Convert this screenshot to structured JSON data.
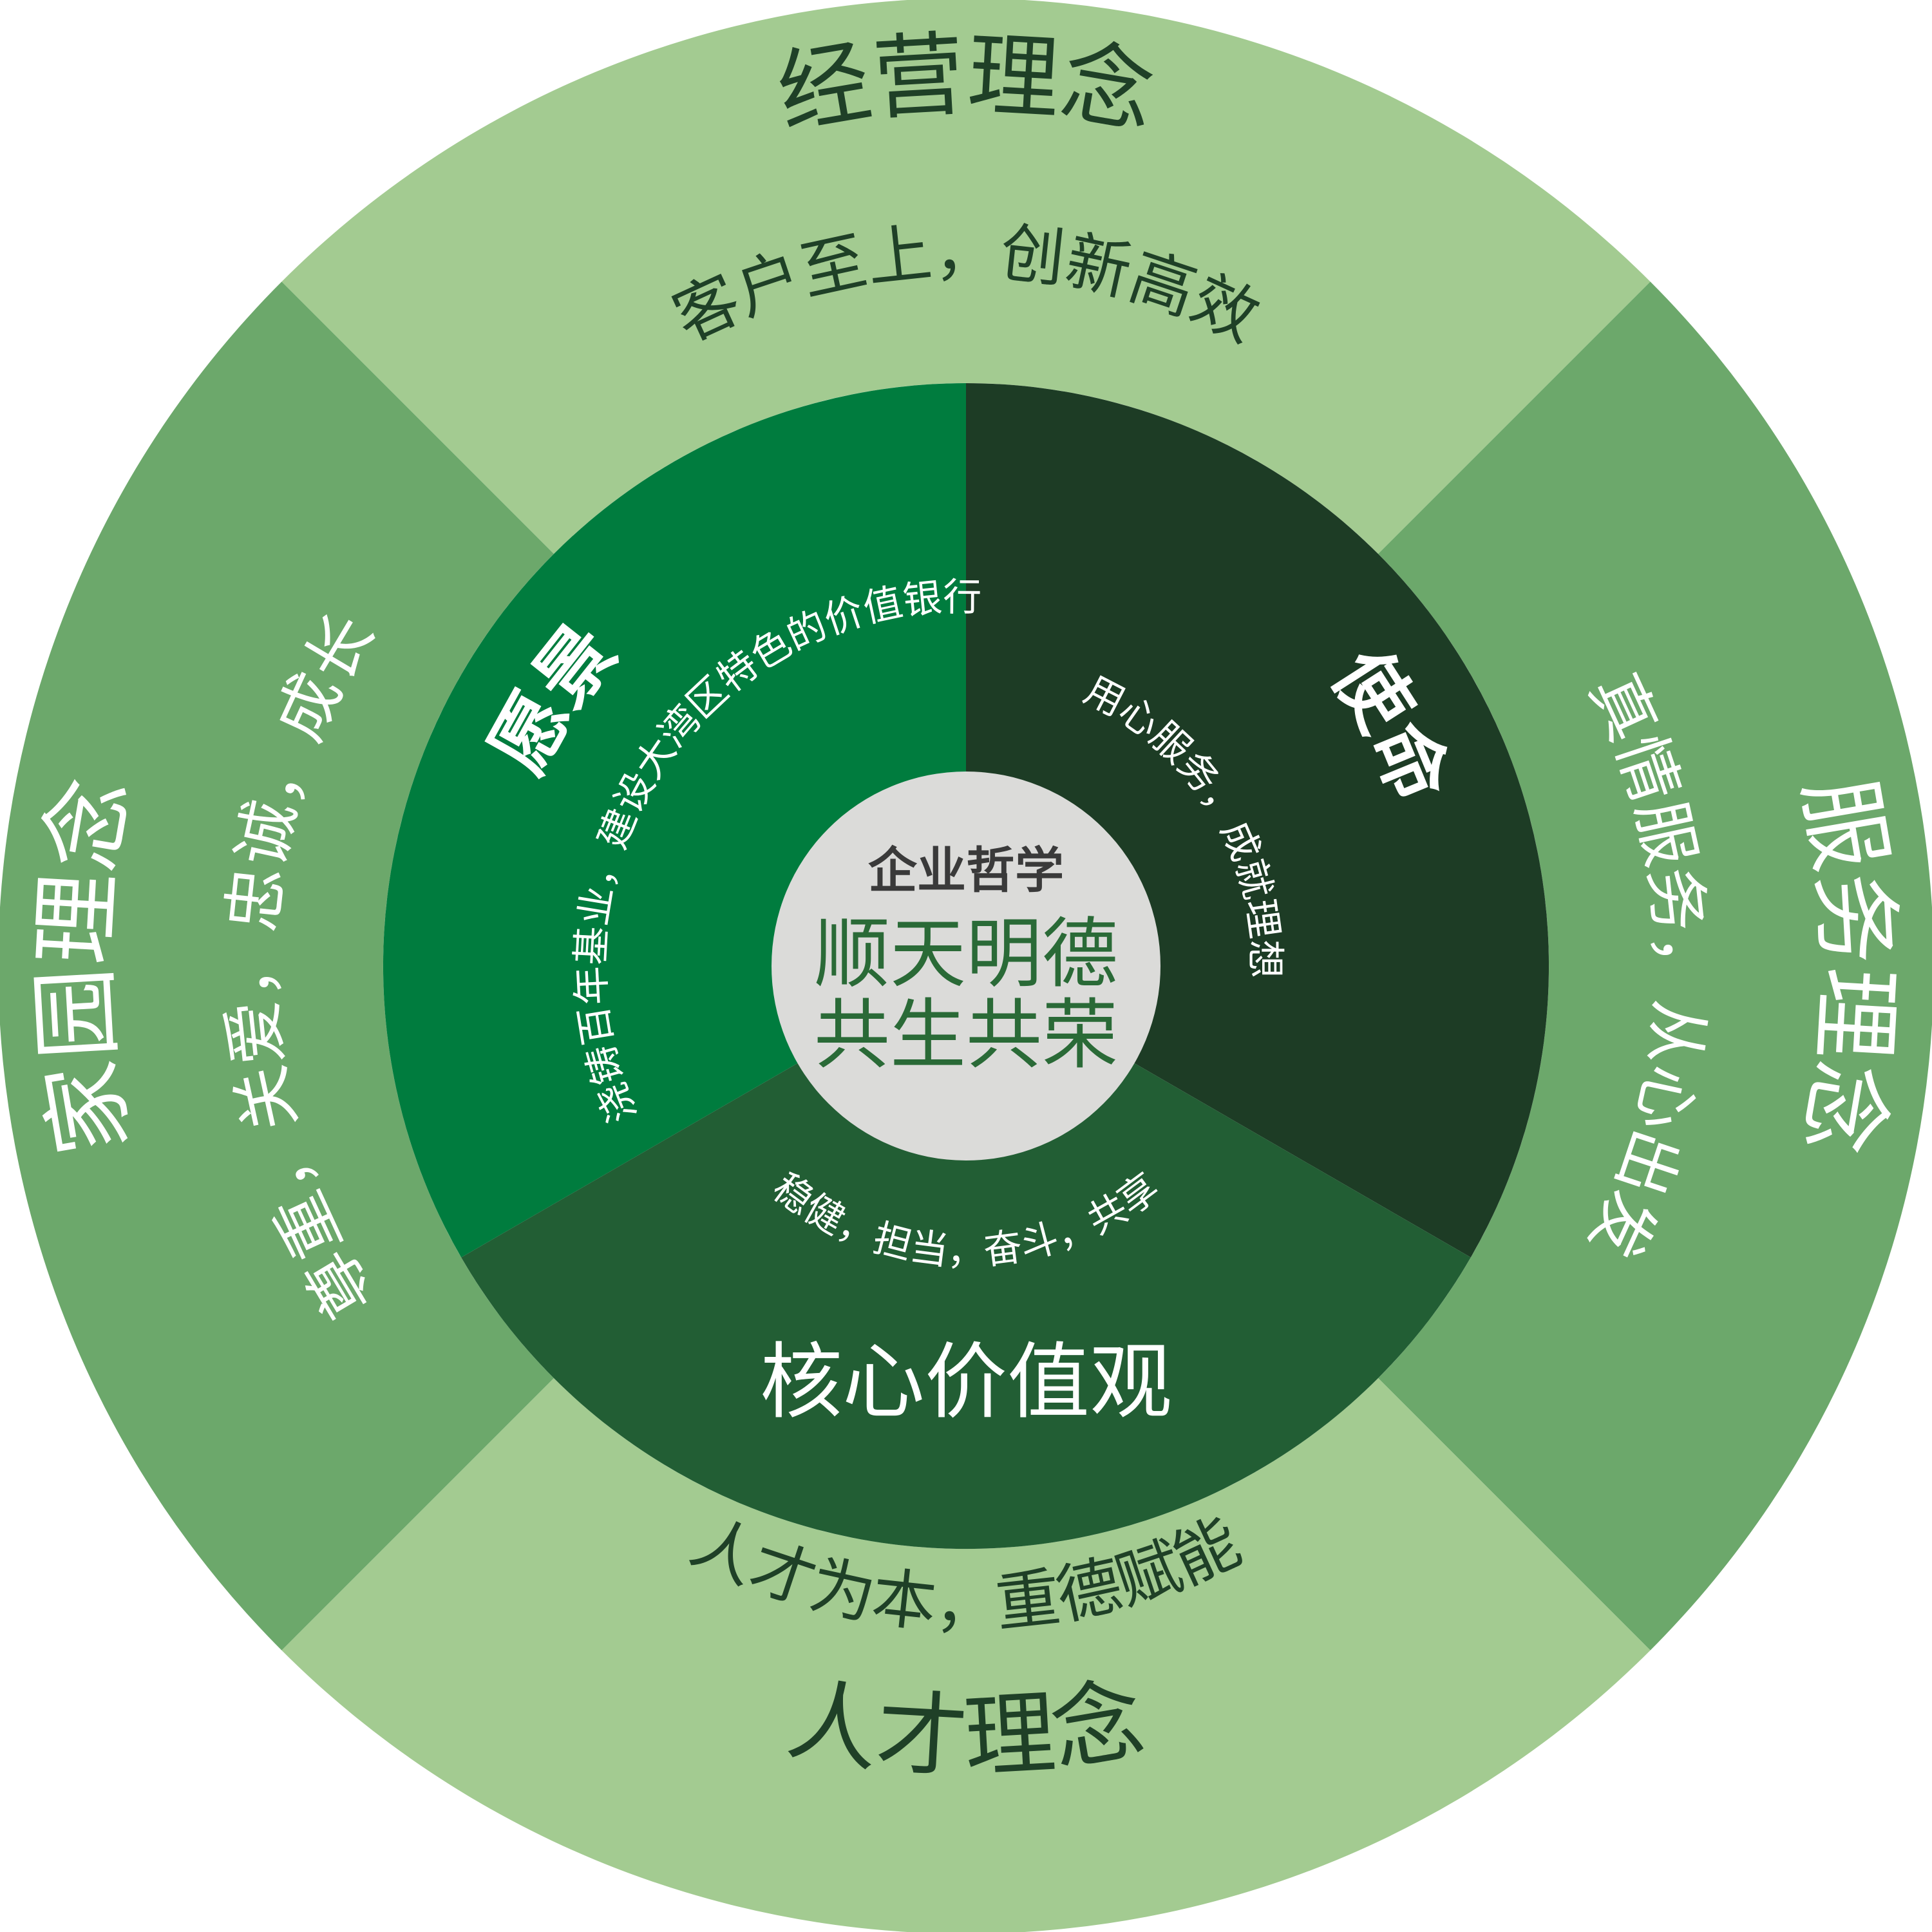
{
  "colors": {
    "outer_light": "#a3cb91",
    "outer_medium": "#6ca86b",
    "vision": "#007c3e",
    "mission": "#1d3c25",
    "core": "#225e34",
    "center": "#dbdbd9",
    "dark_text": "#1f4027",
    "light_text": "#ffffff",
    "center_head_text": "#3a3a3a",
    "center_line_text": "#2a6a37"
  },
  "outer": {
    "top": {
      "title": "经营理念",
      "motto": "客户至上，创新高效"
    },
    "right": {
      "title": "服务理念",
      "motto": "真情服务，从心出发"
    },
    "bottom": {
      "title": "人才理念",
      "motto": "人才为本，重德赋能"
    },
    "left": {
      "title": "家园理念",
      "motto": "尊重，关爱，忠诚，成长"
    }
  },
  "inner": {
    "vision": {
      "title": "愿景",
      "motto": "浇铸百年基业，建设大湾区特色的价值银行"
    },
    "mission": {
      "title": "使命",
      "motto": "用心服务，成就理想"
    },
    "core_values": {
      "title": "核心价值观",
      "motto": "稳健，担当，奋斗，共享"
    }
  },
  "center": {
    "heading": "企业哲学",
    "line1": "顺天明德",
    "line2": "共生共荣"
  }
}
